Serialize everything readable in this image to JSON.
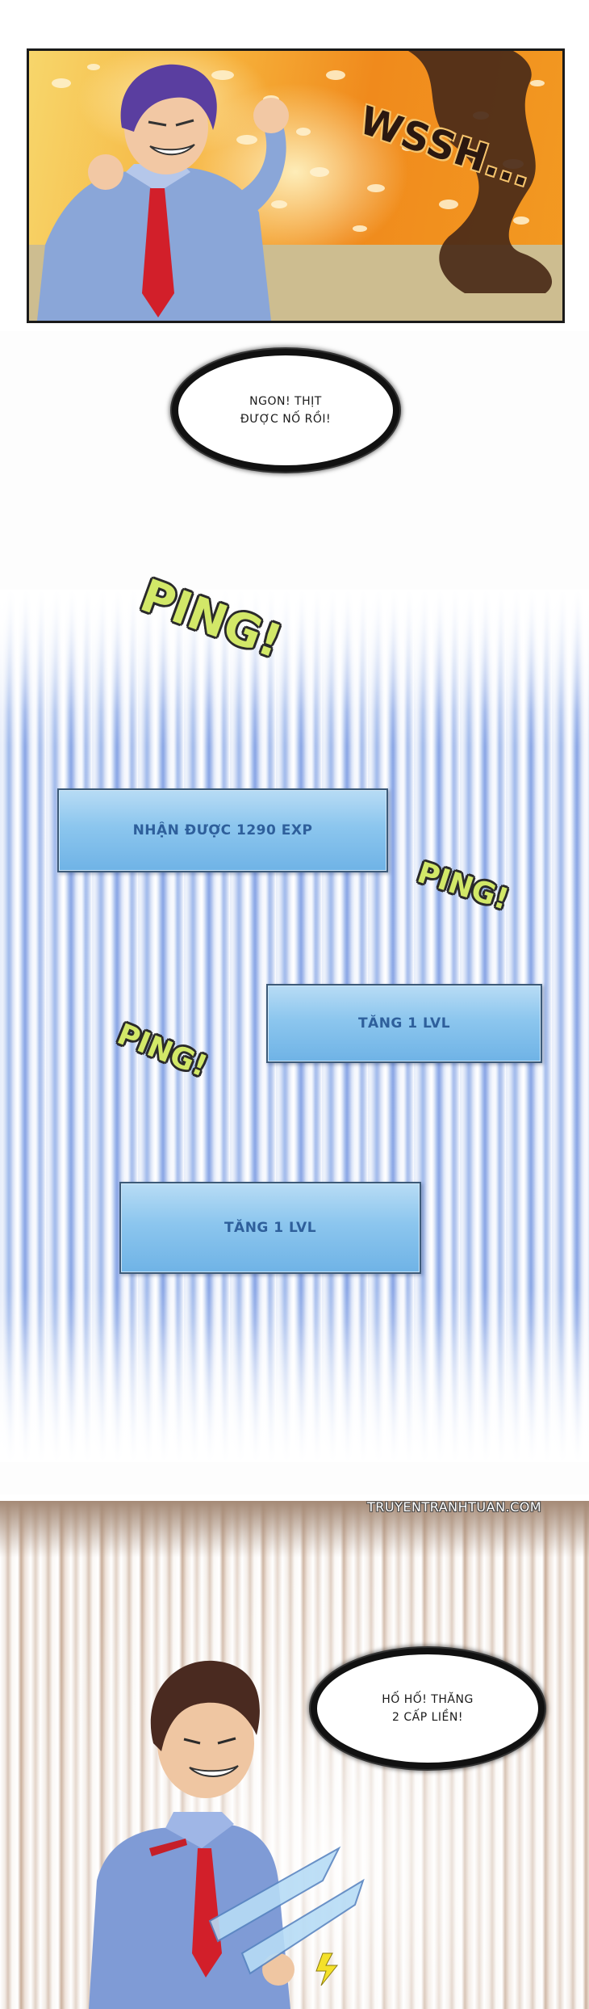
{
  "panel1": {
    "sfx": "WSSH..."
  },
  "bubble1": {
    "text": "NGON! THỊT\nĐƯỢC NỐ RỒI!"
  },
  "sfx_ping": {
    "first": "PING!",
    "second": "PING!",
    "third": "PING!"
  },
  "system_boxes": {
    "exp": "NHẬN ĐƯỢC 1290 EXP",
    "level_up_1": "TĂNG 1 LVL",
    "level_up_2": "TĂNG 1 LVL"
  },
  "watermark": "TRUYENTRANHTUAN.COM",
  "bubble2": {
    "text": "HỐ HỐ! THĂNG\n2 CẤP LIỀN!"
  },
  "colors": {
    "ping_fill": "#d2e868",
    "system_box_text": "#2e5f9b",
    "system_box_fill": "#8cc6ee",
    "fire_orange": "#f08a1c",
    "speedline_blue": "#8eaae8"
  }
}
